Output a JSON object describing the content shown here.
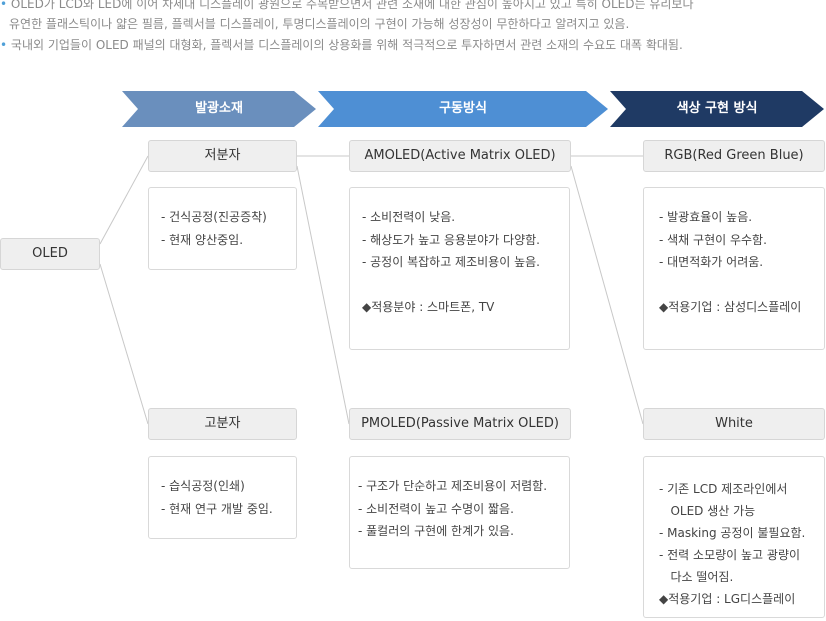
{
  "intro": [
    {
      "bullet": "•",
      "text": "OLED가 LCD와 LED에 이어 차세대 디스플레이 광원으로 주목받으면서 관련 소재에 대한 관심이 높아지고 있고 특히 OLED는 유리보다"
    },
    {
      "bullet": "",
      "text": "유연한 플래스틱이나 얇은 필름, 플렉서블 디스플레이, 투명디스플레이의 구현이 가능해 성장성이 무한하다고 알려지고 있음."
    },
    {
      "bullet": "•",
      "text": "국내외 기업들이 OLED 패널의 대형화, 플렉서블 디스플레이의 상용화를 위해 적극적으로 투자하면서 관련 소재의 수요도 대폭 확대됨."
    }
  ],
  "categories": [
    {
      "label": "발광소재",
      "color": "#6a8fbd"
    },
    {
      "label": "구동방식",
      "color": "#4e8fd4"
    },
    {
      "label": "색상 구현 방식",
      "color": "#1f3a64"
    }
  ],
  "root": {
    "label": "OLED"
  },
  "materials": [
    {
      "label": "저분자",
      "lines": [
        "- 건식공정(진공증착)",
        "- 현재 양산중임."
      ]
    },
    {
      "label": "고분자",
      "lines": [
        "- 습식공정(인쇄)",
        "- 현재 연구 개발 중임."
      ]
    }
  ],
  "drive": [
    {
      "label": "AMOLED(Active Matrix OLED)",
      "lines": [
        "- 소비전력이 낮음.",
        "- 해상도가 높고 응용분야가 다양함.",
        "- 공정이 복잡하고 제조비용이 높음.",
        "",
        "◆적용분야 : 스마트폰, TV"
      ]
    },
    {
      "label": "PMOLED(Passive Matrix OLED)",
      "lines": [
        "- 구조가 단순하고 제조비용이 저렴함.",
        "- 소비전력이 높고 수명이 짧음.",
        "- 풀컬러의 구현에 한계가 있음."
      ]
    }
  ],
  "color_methods": [
    {
      "label": "RGB(Red Green Blue)",
      "lines": [
        "- 발광효율이 높음.",
        "- 색채 구현이 우수함.",
        "- 대면적화가 어려움.",
        "",
        "◆적용기업 : 삼성디스플레이"
      ]
    },
    {
      "label": "White",
      "lines": [
        "- 기존 LCD 제조라인에서",
        "   OLED 생산 가능",
        "- Masking 공정이 불필요함.",
        "- 전력 소모량이 높고 광량이",
        "   다소 떨어짐.",
        "◆적용기업 : LG디스플레이"
      ]
    }
  ]
}
